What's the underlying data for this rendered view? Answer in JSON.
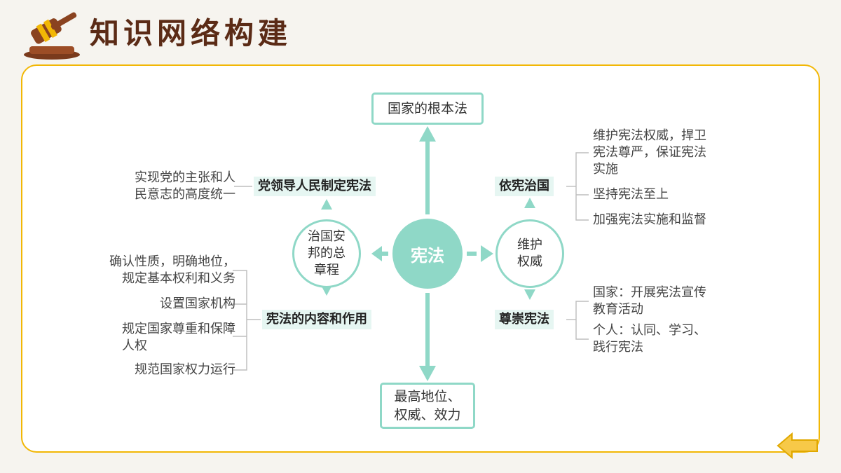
{
  "header": {
    "title": "知识网络构建",
    "icon": "gavel-icon"
  },
  "center": {
    "label": "宪法"
  },
  "top": {
    "label": "国家的根本法"
  },
  "bottom": {
    "line1": "最高地位、",
    "line2": "权威、效力"
  },
  "left_hub": {
    "label_lines": [
      "治国安",
      "邦的总",
      "章程"
    ],
    "top_tag": "党领导人民制定宪法",
    "top_note_lines": [
      "实现党的主张和人",
      "民意志的高度统一"
    ],
    "bottom_tag": "宪法的内容和作用",
    "bottom_notes": [
      {
        "lines": [
          "确认性质，明确地位，",
          "规定基本权利和义务"
        ]
      },
      {
        "lines": [
          "设置国家机构"
        ]
      },
      {
        "lines": [
          "规定国家尊重和保障",
          "人权"
        ]
      },
      {
        "lines": [
          "规范国家权力运行"
        ]
      }
    ]
  },
  "right_hub": {
    "label_lines": [
      "维护",
      "权威"
    ],
    "top_tag": "依宪治国",
    "top_notes": [
      {
        "lines": [
          "维护宪法权威，捍卫",
          "宪法尊严，保证宪法",
          "实施"
        ]
      },
      {
        "lines": [
          "坚持宪法至上"
        ]
      },
      {
        "lines": [
          "加强宪法实施和监督"
        ]
      }
    ],
    "bottom_tag": "尊崇宪法",
    "bottom_notes": [
      {
        "lines": [
          "国家：开展宪法宣传",
          "教育活动"
        ]
      },
      {
        "lines": [
          "个人：认同、学习、",
          "践行宪法"
        ]
      }
    ]
  },
  "nav": {
    "back_icon": "back-arrow-icon"
  },
  "colors": {
    "accent": "#8fd8c7",
    "frame": "#f2b705",
    "title": "#5b2b16"
  }
}
